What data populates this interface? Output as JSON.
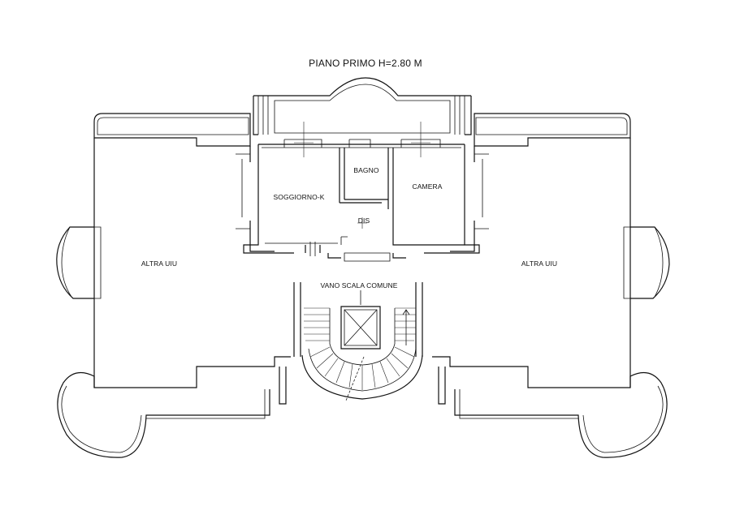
{
  "plan": {
    "title": "PIANO PRIMO H=2.80 M",
    "rooms": {
      "soggiorno": "SOGGIORNO-K",
      "bagno": "BAGNO",
      "camera": "CAMERA",
      "dis": "DIS",
      "vano_scala": "VANO SCALA COMUNE",
      "altra_left": "ALTRA UIU",
      "altra_right": "ALTRA UIU"
    }
  },
  "colors": {
    "line": "#111111",
    "background": "#ffffff"
  }
}
